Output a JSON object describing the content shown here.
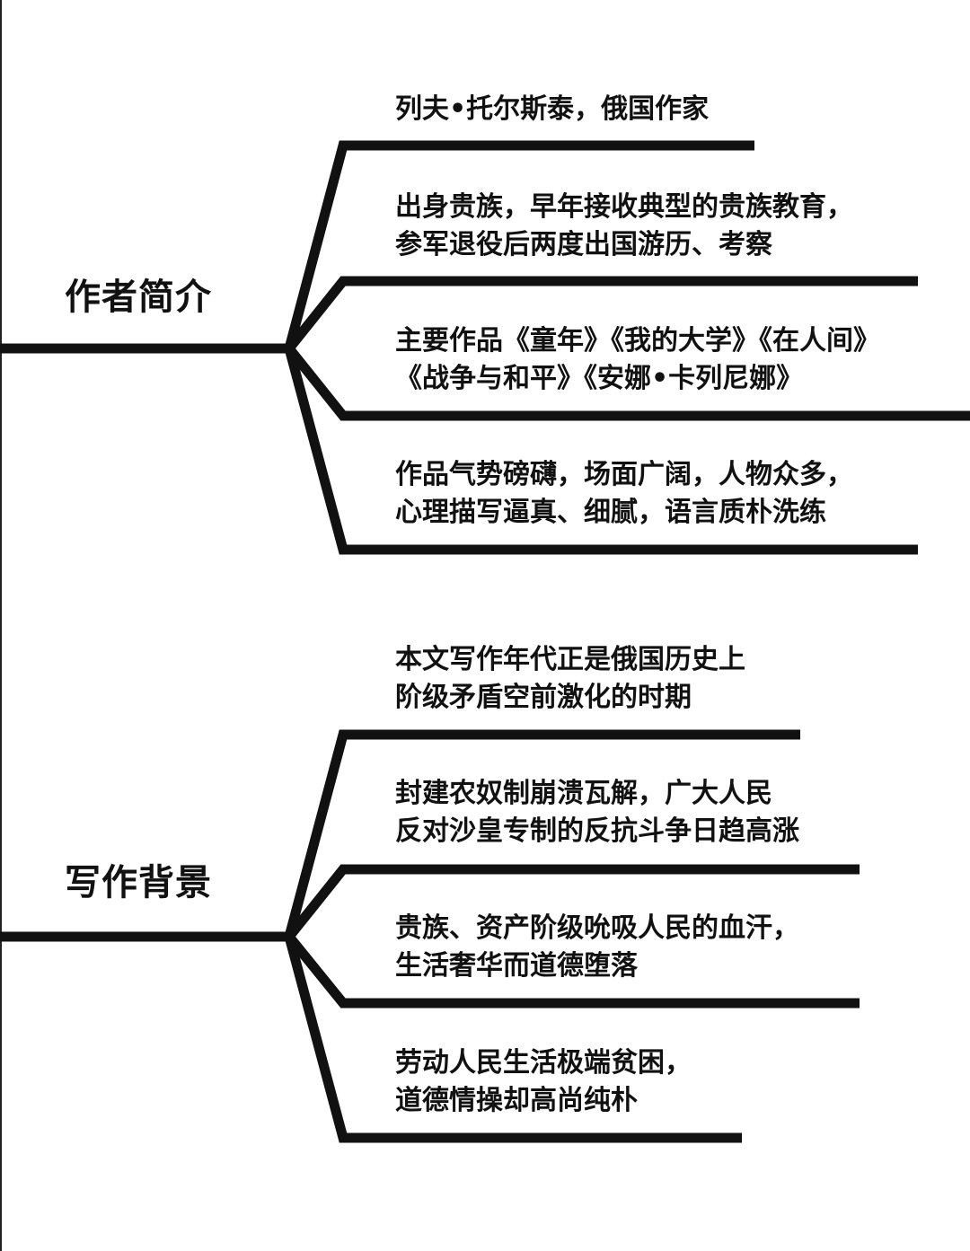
{
  "sections": [
    {
      "title": "作者简介",
      "branches": [
        {
          "lines": [
            "列夫•托尔斯泰，俄国作家"
          ]
        },
        {
          "lines": [
            "出身贵族，早年接收典型的贵族教育，",
            "参军退役后两度出国游历、考察"
          ]
        },
        {
          "lines": [
            "主要作品《童年》《我的大学》《在人间》",
            "《战争与和平》《安娜•卡列尼娜》"
          ]
        },
        {
          "lines": [
            "作品气势磅礴，场面广阔，人物众多，",
            "心理描写逼真、细腻，语言质朴洗练"
          ]
        }
      ]
    },
    {
      "title": "写作背景",
      "branches": [
        {
          "lines": [
            "本文写作年代正是俄国历史上",
            "阶级矛盾空前激化的时期"
          ]
        },
        {
          "lines": [
            "封建农奴制崩溃瓦解，广大人民",
            "反对沙皇专制的反抗斗争日趋高涨"
          ]
        },
        {
          "lines": [
            "贵族、资产阶级吮吸人民的血汗，",
            "生活奢华而道德堕落"
          ]
        },
        {
          "lines": [
            "劳动人民生活极端贫困，",
            "道德情操却高尚纯朴"
          ]
        }
      ]
    }
  ]
}
